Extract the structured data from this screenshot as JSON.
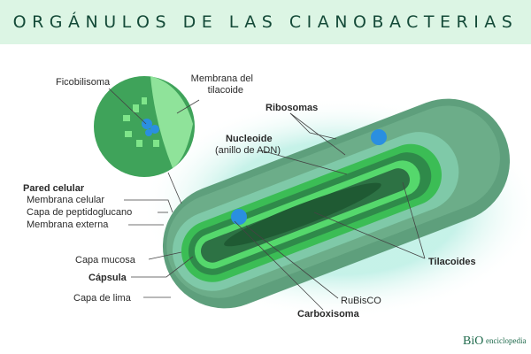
{
  "title": "ORGÁNULOS DE LAS CIANOBACTERIAS",
  "labels": {
    "ficobilisoma": "Ficobilisoma",
    "membrana_tilacoide_1": "Membrana del",
    "membrana_tilacoide_2": "tilacoide",
    "ribosomas": "Ribosomas",
    "nucleoide": "Nucleoide",
    "anillo_adn": "(anillo de ADN)",
    "pared_celular": "Pared celular",
    "membrana_celular": "Membrana celular",
    "peptidoglucano": "Capa de peptidoglucano",
    "membrana_externa": "Membrana externa",
    "capa_mucosa": "Capa mucosa",
    "capsula": "Cápsula",
    "capa_lima": "Capa de lima",
    "tilacoides": "Tilacoides",
    "rubisco": "RuBisCO",
    "carboxisoma": "Carboxisoma"
  },
  "logo": {
    "mark": "BiO",
    "text": "enciclopedia"
  },
  "colors": {
    "header_bg": "#dcf5e4",
    "title": "#144a38",
    "cell_outer": "#5fa67e",
    "thylakoid": "#4fd06a",
    "carboxysome": "#2a8fe0"
  }
}
